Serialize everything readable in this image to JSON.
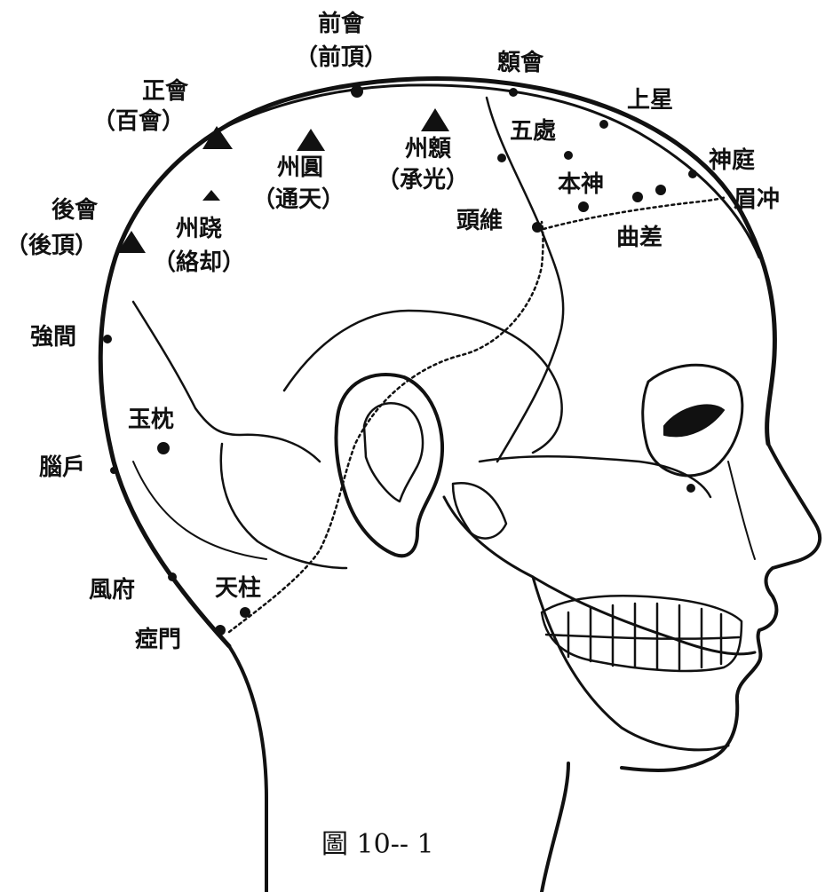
{
  "labels": {
    "qianhui": "前會",
    "qianding": "（前頂）",
    "xinhui": "顖會",
    "shangxing": "上星",
    "zhenghui": "正會",
    "baihui": "（百會）",
    "wuchu": "五處",
    "shenting": "神庭",
    "zhouxin": "州顖",
    "chengguang": "（承光）",
    "zhouyuan": "州圓",
    "tongtian": "（通天）",
    "benshen": "本神",
    "meichong": "眉冲",
    "touwei": "頭維",
    "qucha": "曲差",
    "houhui": "後會",
    "houding": "（後頂）",
    "zhouran": "州跷",
    "luoque": "（絡却）",
    "qiangjian": "強間",
    "yuzhen": "玉枕",
    "naohu": "腦戶",
    "fengfu": "風府",
    "tianzhu": "天柱",
    "yamen": "瘂門"
  },
  "caption": "圖 10-- 1",
  "colors": {
    "ink": "#111111",
    "paper": "#ffffff"
  }
}
